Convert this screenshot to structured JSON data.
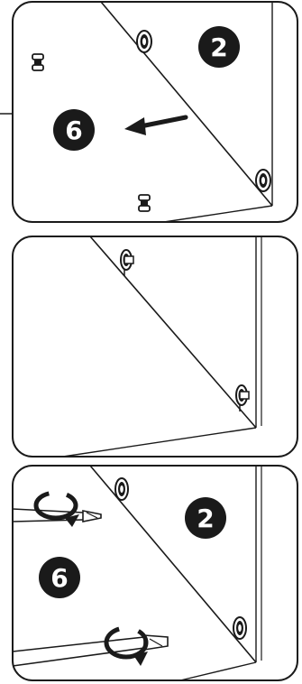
{
  "steps": {
    "panel1": {
      "badge_left": "6",
      "badge_right": "2"
    },
    "panel3": {
      "badge_left": "6",
      "badge_right": "2"
    }
  },
  "colors": {
    "line": "#1a1a1a",
    "badge_fill": "#1a1a1a",
    "badge_text": "#ffffff"
  },
  "icons": [
    "cam-lock-icon",
    "dowel-pin-icon",
    "screwdriver-icon",
    "rotate-arrow-icon",
    "direction-arrow-icon"
  ]
}
